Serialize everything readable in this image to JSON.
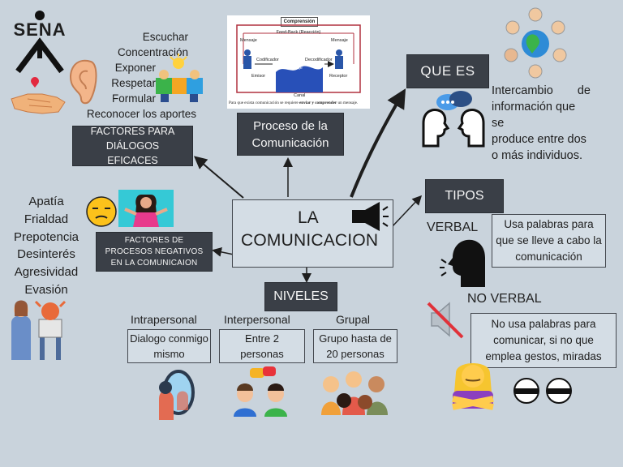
{
  "logo": {
    "text": "SENA"
  },
  "center": {
    "line1": "LA",
    "line2": "COMUNICACION"
  },
  "factores": {
    "title": "FACTORES PARA DIÁLOGOS EFICACES",
    "items": [
      "Escuchar",
      "Concentración",
      "Exponer",
      "Respetar",
      "Formular",
      "Reconocer los aportes"
    ]
  },
  "proceso": {
    "title": "Proceso de la Comunicación",
    "diagram": {
      "heading": "Comprensión",
      "feedback": "Feed-Back (Reacción)",
      "mensaje_left": "Mensaje",
      "mensaje_right": "Mensaje",
      "codificador": "Codificador",
      "decodificador": "Decodificador",
      "mensaje_center": "Mensaje",
      "emisor": "Emisor",
      "receptor": "Receptor",
      "canal": "Canal",
      "caption_pre": "Para que exista comunicación se requiere",
      "caption_bold": "enviar y comprender",
      "caption_post": "un mensaje."
    }
  },
  "que_es": {
    "title": "QUE ES",
    "text": [
      "Intercambio de",
      "información que se",
      "produce entre dos",
      "o más individuos."
    ]
  },
  "tipos": {
    "title": "TIPOS",
    "verbal": {
      "label": "VERBAL",
      "desc": "Usa palabras para que se lleve a cabo la comunicación"
    },
    "no_verbal": {
      "label": "NO VERBAL",
      "desc": "No usa palabras para comunicar, si no que emplea gestos, miradas"
    }
  },
  "negativos": {
    "title": "FACTORES DE PROCESOS NEGATIVOS EN LA COMUNICAION",
    "items": [
      "Apatía",
      "Frialdad",
      "Prepotencia",
      "Desinterés",
      "Agresividad",
      "Evasión"
    ]
  },
  "niveles": {
    "title": "NIVELES",
    "levels": [
      {
        "name": "Intrapersonal",
        "desc": "Dialogo conmigo mismo"
      },
      {
        "name": "Interpersonal",
        "desc": "Entre 2 personas"
      },
      {
        "name": "Grupal",
        "desc": "Grupo hasta de 20 personas"
      }
    ]
  },
  "colors": {
    "background": "#c9d3dc",
    "dark_box": "#3a3f47",
    "accent_green": "#39a935",
    "diagram_red": "#b0303f"
  },
  "icons": [
    "sena-logo-icon",
    "handshake-icon",
    "ear-icon",
    "puzzle-people-icon",
    "conversation-heads-icon",
    "globe-people-icon",
    "megaphone-icon",
    "speaking-head-icon",
    "mute-icon",
    "crossed-arms-person-icon",
    "eyes-icon",
    "annoyed-face-icon",
    "shrugging-woman-icon",
    "arguing-people-icon",
    "mirror-icon",
    "two-people-chat-icon",
    "group-icon"
  ]
}
